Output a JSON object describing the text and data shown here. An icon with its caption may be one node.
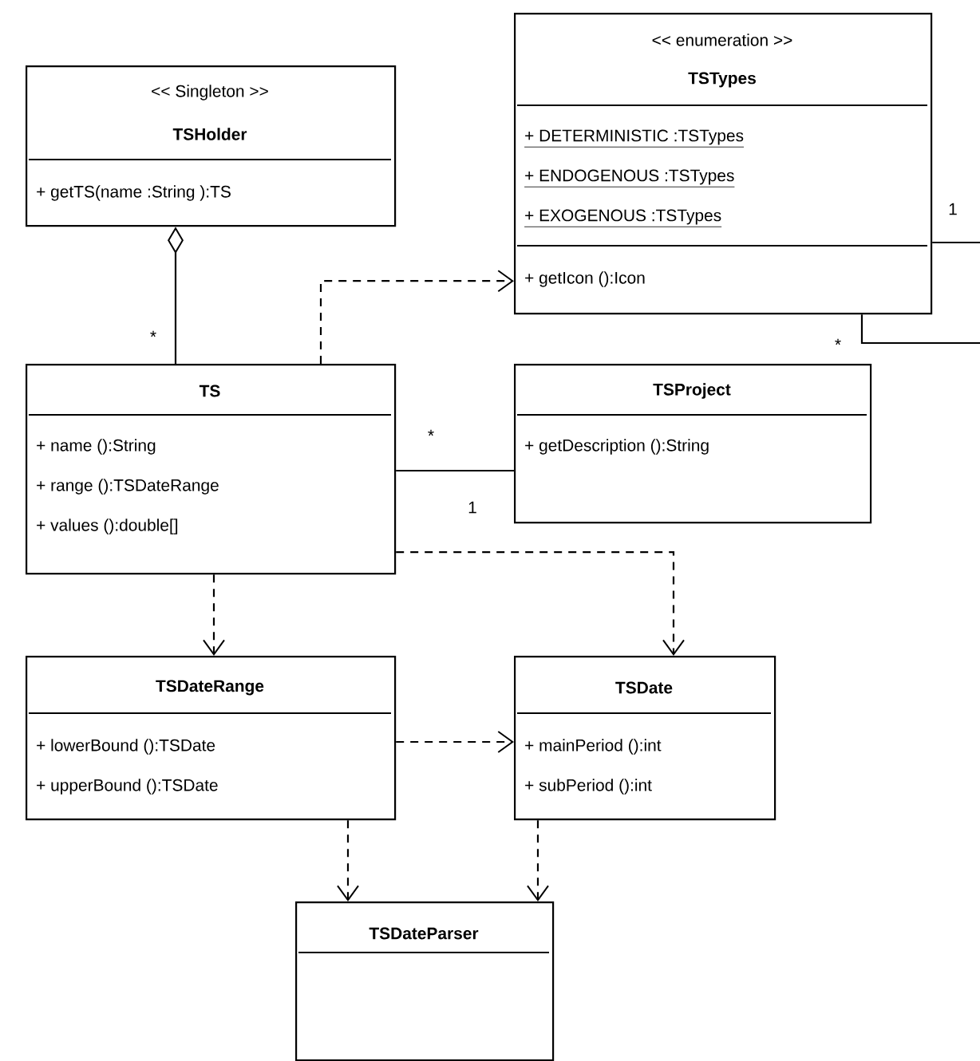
{
  "diagram": {
    "nodes": [
      {
        "text": [
          "<< Singleton >>",
          "TSHolder",
          "+ getTS(name :String ):TS"
        ]
      },
      {
        "text": [
          "<< enumeration >>",
          "TSTypes",
          "+ DETERMINISTIC :TSTypes",
          "+ ENDOGENOUS :TSTypes",
          "+ EXOGENOUS :TSTypes",
          "+ getIcon ():Icon"
        ]
      },
      {
        "text": [
          "TS",
          "+ name ():String",
          "+ range ():TSDateRange",
          "+ values ():double[]"
        ]
      },
      {
        "text": [
          "TSProject",
          "+ getDescription ():String"
        ]
      },
      {
        "text": [
          "TSDateRange",
          "+ lowerBound ():TSDate",
          "+ upperBound ():TSDate"
        ]
      },
      {
        "text": [
          "TSDate",
          "+ mainPeriod ():int",
          "+ subPeriod ():int"
        ]
      },
      {
        "text": [
          "TSDateParser"
        ]
      }
    ],
    "edges": [
      {
        "from": 0,
        "to": 2,
        "arrow": "other"
      },
      {
        "from": 2,
        "to": 1,
        "arrow": "to",
        "style": "dashed"
      },
      {
        "from": 2,
        "to": 3,
        "arrow": "none"
      },
      {
        "from": 2,
        "to": 4,
        "arrow": "to",
        "style": "dashed"
      },
      {
        "from": 2,
        "to": 5,
        "arrow": "to",
        "style": "dashed"
      },
      {
        "from": 4,
        "to": 5,
        "arrow": "to",
        "style": "dashed"
      },
      {
        "from": 4,
        "to": 6,
        "arrow": "to",
        "style": "dashed"
      },
      {
        "from": 5,
        "to": 6,
        "arrow": "to",
        "style": "dashed"
      },
      {
        "from": 1,
        "to": 1,
        "arrow": "none"
      }
    ],
    "labels": [
      "1",
      "*",
      "*",
      "*",
      "1"
    ]
  }
}
